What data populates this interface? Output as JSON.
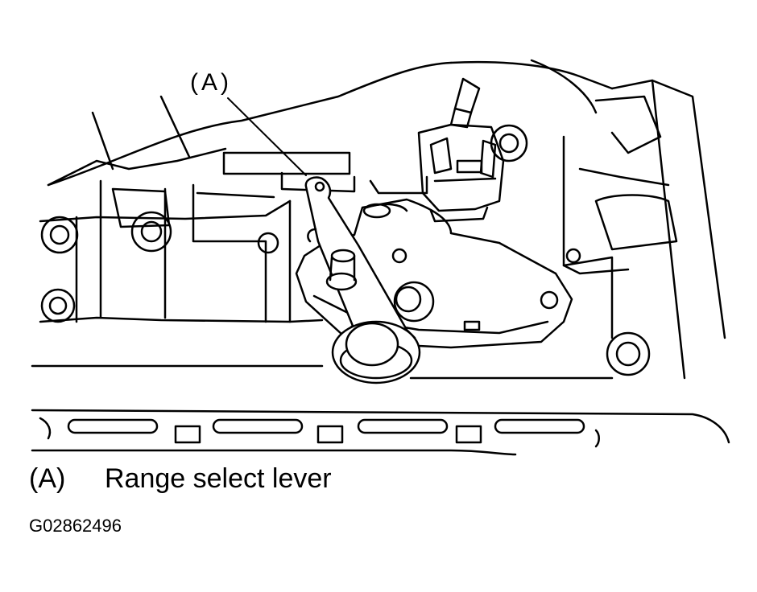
{
  "callout": {
    "label": "(A)"
  },
  "legend": [
    {
      "key": "(A)",
      "description": "Range select lever"
    }
  ],
  "figure_id": "G02862496"
}
